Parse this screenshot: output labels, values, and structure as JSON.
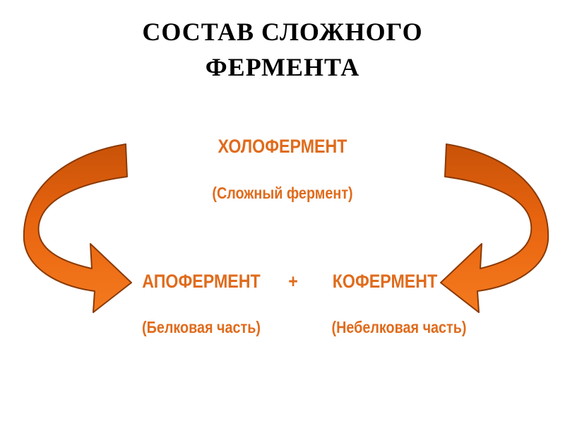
{
  "title": {
    "line1": "СОСТАВ СЛОЖНОГО",
    "line2": "ФЕРМЕНТА"
  },
  "diagram": {
    "holoenzyme": "ХОЛОФЕРМЕНТ",
    "holoenzyme_sub": "(Сложный фермент)",
    "apoenzyme": "АПОФЕРМЕНТ",
    "plus": "+",
    "coenzyme": "КОФЕРМЕНТ",
    "apoenzyme_sub": "(Белковая часть)",
    "coenzyme_sub": "(Небелковая часть)"
  },
  "colors": {
    "text": "#e06b1c",
    "arrow_fill": "#f07018",
    "arrow_top": "#c85208",
    "arrow_stroke": "#8a3a06",
    "title": "#000000"
  }
}
